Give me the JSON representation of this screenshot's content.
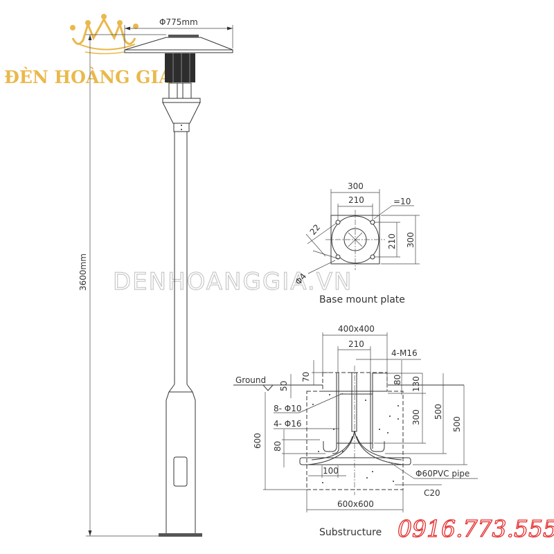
{
  "brand": {
    "name": "ĐÈN HOÀNG GIA",
    "watermark": "DENHOANGGIA.VN",
    "phone": "0916.773.555",
    "gold": "#eab84c",
    "red": "#e52a2a"
  },
  "pole": {
    "shade_diameter": "Φ775mm",
    "height": "3600mm"
  },
  "base_plate": {
    "caption": "Base mount plate",
    "width_outer": "300",
    "width_bolt": "210",
    "thickness": "=10",
    "height_bolt": "210",
    "height_outer": "300",
    "hole": "22",
    "hole_edge": "Φ4"
  },
  "substructure": {
    "caption": "Substructure",
    "top_box": "400x400",
    "bolt_spacing": "210",
    "bolts": "4-M16",
    "ground": "Ground",
    "d70": "70",
    "d50": "50",
    "d80_top": "80",
    "d130": "130",
    "rebar_small": "8- Φ10",
    "rebar_large": "4- Φ16",
    "d300": "300",
    "d500_a": "500",
    "d500_b": "500",
    "d600": "600",
    "d80_bottom": "80",
    "d100": "100",
    "pipe": "Φ60PVC pipe",
    "concrete": "C20",
    "base_box": "600x600"
  }
}
